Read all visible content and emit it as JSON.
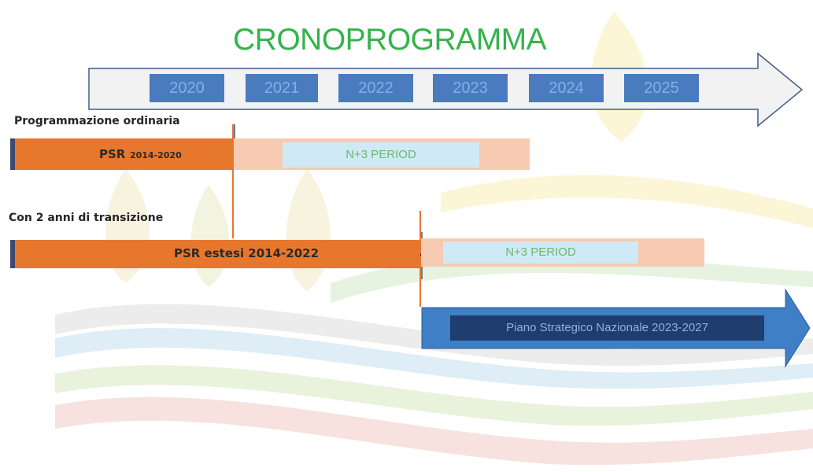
{
  "title": "CRONOPROGRAMMA",
  "years": [
    "2020",
    "2021",
    "2022",
    "2023",
    "2024",
    "2025"
  ],
  "sections": {
    "ordinary": {
      "label": "Programmazione ordinaria",
      "program_label": "PSR",
      "program_years": "2014-2020",
      "extension_label": "N+3 PERIOD"
    },
    "transition": {
      "label": "Con 2 anni di transizione",
      "program_label": "PSR estesi 2014-2022",
      "extension_label": "N+3 PERIOD"
    }
  },
  "strategic_plan": {
    "label": "Piano Strategico Nazionale 2023-2027"
  },
  "colors": {
    "title": "#33b34a",
    "year_box": "#4a7bbf",
    "program_bar": "#e8772e",
    "extension_bar": "#f6cbb1",
    "n3_box": "#cfeaf6",
    "strategic_arrow": "#3f7fc6",
    "strategic_box": "#1f3d6e"
  }
}
